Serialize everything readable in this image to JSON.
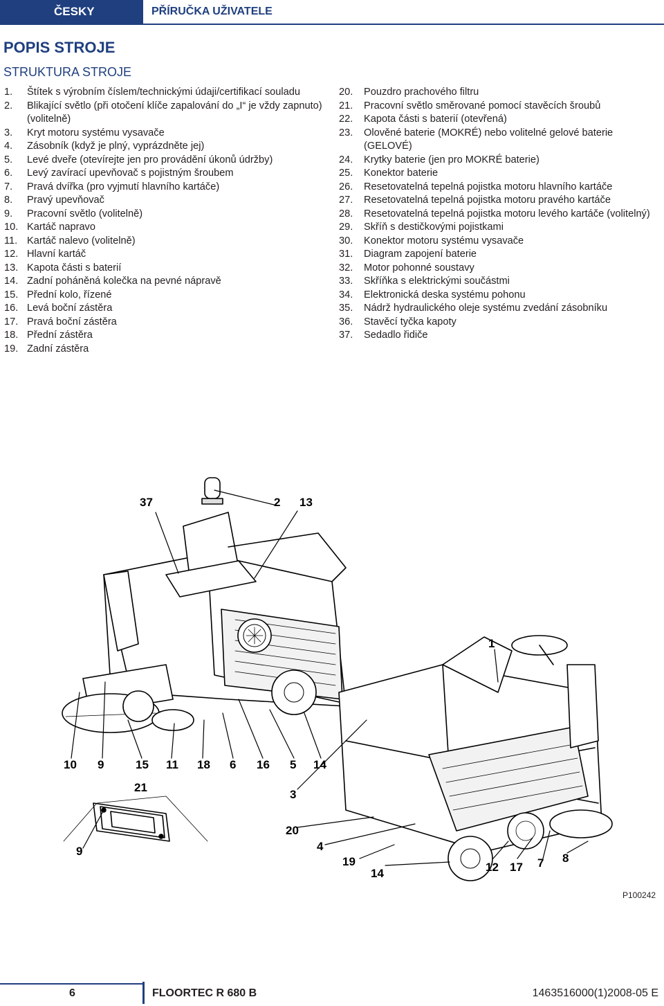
{
  "header": {
    "language": "ČESKY",
    "title": "PŘÍRUČKA UŽIVATELE"
  },
  "section": {
    "title": "POPIS STROJE",
    "subtitle": "STRUKTURA STROJE"
  },
  "left_items": [
    {
      "num": "1.",
      "text": "Štítek s výrobním číslem/technickými údaji/certifikací souladu"
    },
    {
      "num": "2.",
      "text": "Blikající světlo (při otočení klíče zapalování do „I“ je vždy zapnuto) (volitelně)"
    },
    {
      "num": "3.",
      "text": "Kryt motoru systému vysavače"
    },
    {
      "num": "4.",
      "text": "Zásobník (když je plný, vyprázdněte jej)"
    },
    {
      "num": "5.",
      "text": "Levé dveře (otevírejte jen pro provádění úkonů údržby)"
    },
    {
      "num": "6.",
      "text": "Levý zavírací upevňovač s pojistným šroubem"
    },
    {
      "num": "7.",
      "text": "Pravá dvířka (pro vyjmutí hlavního kartáče)"
    },
    {
      "num": "8.",
      "text": "Pravý upevňovač"
    },
    {
      "num": "9.",
      "text": "Pracovní světlo (volitelně)"
    },
    {
      "num": "10.",
      "text": "Kartáč napravo"
    },
    {
      "num": "11.",
      "text": "Kartáč nalevo (volitelně)"
    },
    {
      "num": "12.",
      "text": "Hlavní kartáč"
    },
    {
      "num": "13.",
      "text": "Kapota části s baterií"
    },
    {
      "num": "14.",
      "text": "Zadní poháněná kolečka na pevné nápravě"
    },
    {
      "num": "15.",
      "text": "Přední kolo, řízené"
    },
    {
      "num": "16.",
      "text": "Levá boční zástěra"
    },
    {
      "num": "17.",
      "text": "Pravá boční zástěra"
    },
    {
      "num": "18.",
      "text": "Přední zástěra"
    },
    {
      "num": "19.",
      "text": "Zadní zástěra"
    }
  ],
  "right_items": [
    {
      "num": "20.",
      "text": "Pouzdro prachového filtru"
    },
    {
      "num": "21.",
      "text": "Pracovní světlo směrované pomocí stavěcích šroubů"
    },
    {
      "num": "22.",
      "text": "Kapota části s baterií (otevřená)"
    },
    {
      "num": "23.",
      "text": "Olověné baterie (MOKRÉ) nebo volitelné gelové baterie (GELOVÉ)"
    },
    {
      "num": "24.",
      "text": "Krytky baterie (jen pro MOKRÉ baterie)"
    },
    {
      "num": "25.",
      "text": "Konektor baterie"
    },
    {
      "num": "26.",
      "text": "Resetovatelná tepelná pojistka motoru hlavního kartáče"
    },
    {
      "num": "27.",
      "text": "Resetovatelná tepelná pojistka motoru pravého kartáče"
    },
    {
      "num": "28.",
      "text": "Resetovatelná tepelná pojistka motoru levého kartáče (volitelný)"
    },
    {
      "num": "29.",
      "text": "Skříň s destičkovými pojistkami"
    },
    {
      "num": "30.",
      "text": "Konektor motoru systému vysavače"
    },
    {
      "num": "31.",
      "text": "Diagram zapojení baterie"
    },
    {
      "num": "32.",
      "text": "Motor pohonné soustavy"
    },
    {
      "num": "33.",
      "text": "Skříňka s elektrickými součástmi"
    },
    {
      "num": "34.",
      "text": "Elektronická deska systému pohonu"
    },
    {
      "num": "35.",
      "text": "Nádrž hydraulického oleje systému zvedání zásobníku"
    },
    {
      "num": "36.",
      "text": "Stavěcí tyčka kapoty"
    },
    {
      "num": "37.",
      "text": "Sedadlo řidiče"
    }
  ],
  "figure": {
    "callouts": {
      "c37": "37",
      "c2": "2",
      "c13": "13",
      "c1": "1",
      "c10": "10",
      "c9a": "9",
      "c15": "15",
      "c11": "11",
      "c18": "18",
      "c6": "6",
      "c16": "16",
      "c5": "5",
      "c14a": "14",
      "c21": "21",
      "c3": "3",
      "c9b": "9",
      "c20": "20",
      "c4": "4",
      "c19": "19",
      "c14b": "14",
      "c12": "12",
      "c17": "17",
      "c7": "7",
      "c8": "8"
    },
    "code": "P100242"
  },
  "footer": {
    "page": "6",
    "model": "FLOORTEC R 680 B",
    "doc_code": "1463516000(1)2008-05 E"
  }
}
